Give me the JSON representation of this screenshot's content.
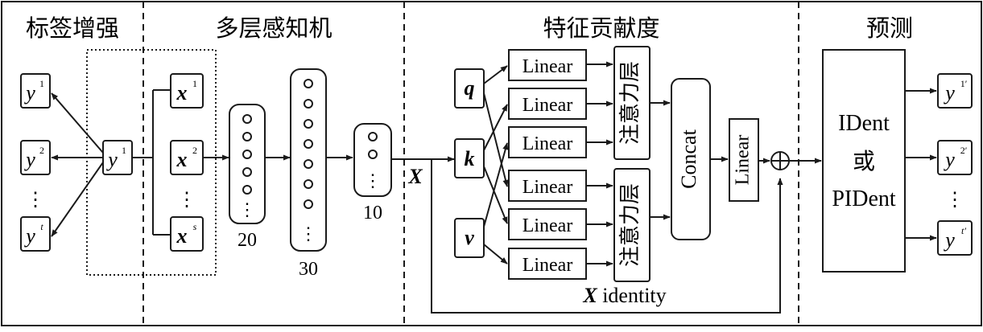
{
  "sections": {
    "label_enhance": "标签增强",
    "mlp": "多层感知机",
    "feature_contribution": "特征贡献度",
    "predict": "预测"
  },
  "label_enhance": {
    "outputs": [
      {
        "base": "y",
        "sup": "1"
      },
      {
        "base": "y",
        "sup": "2"
      },
      {
        "base": "y",
        "sup": "t"
      }
    ],
    "ellipsis": "⋮",
    "source": {
      "base": "y",
      "sup": "1"
    }
  },
  "mlp": {
    "inputs": [
      {
        "base": "x",
        "sup": "1"
      },
      {
        "base": "x",
        "sup": "2"
      },
      {
        "base": "x",
        "sup": "s"
      }
    ],
    "ellipsis": "⋮",
    "layer_sizes": [
      "20",
      "30",
      "10"
    ]
  },
  "attention": {
    "x_label": "X",
    "q": "q",
    "k": "k",
    "v": "v",
    "linear": "Linear",
    "attn_layer": "注意力层",
    "concat": "Concat",
    "identity_x": "X",
    "identity_text": " identity",
    "plus": "⊕"
  },
  "predict": {
    "model_line1": "IDent",
    "model_line2": "或",
    "model_line3": "PIDent",
    "outputs": [
      {
        "base": "y",
        "sup": "1′"
      },
      {
        "base": "y",
        "sup": "2′"
      },
      {
        "base": "y",
        "sup": "t′"
      }
    ],
    "ellipsis": "⋮"
  }
}
